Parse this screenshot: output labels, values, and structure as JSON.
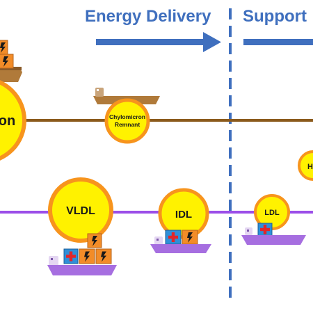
{
  "headers": {
    "energy_delivery": "Energy Delivery",
    "support": "Support"
  },
  "particles": {
    "chylomicron_partial": "on",
    "chylomicron_remnant_line1": "Chylomicron",
    "chylomicron_remnant_line2": "Remnant",
    "vldl": "VLDL",
    "idl": "IDL",
    "ldl": "LDL",
    "hdl_partial": "H"
  },
  "colors": {
    "header_blue": "#3f6fbe",
    "particle_yellow": "#fff200",
    "particle_ring": "#f7941d",
    "exogenous_line": "#8b5a1c",
    "endogenous_line": "#9b4ee8",
    "ship_brown": "#b07a3a",
    "ship_purple": "#a66ee0",
    "cargo_orange": "#f28c28",
    "cargo_blue": "#2f8fd8",
    "divider_blue": "#3f6fbe"
  },
  "icons": [
    "lightning-icon",
    "red-cross-icon",
    "cargo-ship-icon",
    "right-arrow-icon"
  ]
}
